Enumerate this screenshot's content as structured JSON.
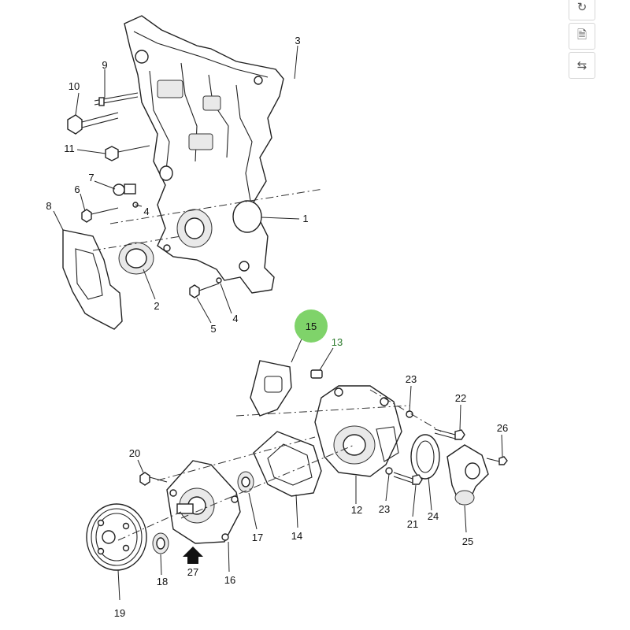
{
  "diagram": {
    "callouts": [
      "1",
      "2",
      "3",
      "4",
      "4",
      "5",
      "6",
      "7",
      "8",
      "9",
      "10",
      "11",
      "12",
      "13",
      "14",
      "15",
      "16",
      "17",
      "18",
      "19",
      "20",
      "21",
      "22",
      "23",
      "23",
      "24",
      "25",
      "26",
      "27"
    ],
    "highlight_color": "#7fd36a",
    "highlight_label": "15"
  },
  "toolbar": {
    "buttons": [
      {
        "icon": "refresh-icon",
        "glyph": "↻"
      },
      {
        "icon": "document-icon",
        "glyph": "🗎"
      },
      {
        "icon": "swap-icon",
        "glyph": "⇆"
      }
    ]
  }
}
